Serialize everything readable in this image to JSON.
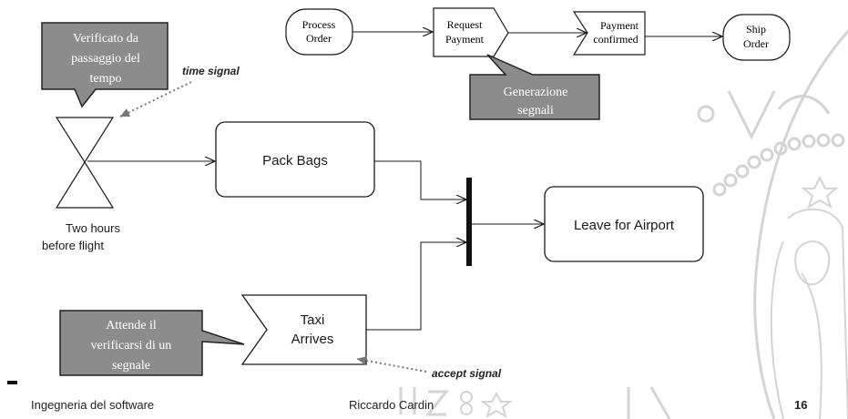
{
  "top_flow": {
    "process_order": [
      "Process",
      "Order"
    ],
    "request_payment": [
      "Request",
      "Payment"
    ],
    "payment_confirmed": [
      "Payment",
      "confirmed"
    ],
    "ship_order": [
      "Ship",
      "Order"
    ]
  },
  "callouts": {
    "time_passage": [
      "Verificato da",
      "passaggio del",
      "tempo"
    ],
    "signal_generation": [
      "Generazione",
      "segnali"
    ],
    "await_signal": [
      "Attende il",
      "verificarsi di un",
      "segnale"
    ]
  },
  "labels": {
    "time_signal": "time signal",
    "accept_signal": "accept signal",
    "two_hours": [
      "Two hours",
      "before flight"
    ]
  },
  "actions": {
    "pack_bags": "Pack Bags",
    "leave_for_airport": "Leave for Airport",
    "taxi_arrives": [
      "Taxi",
      "Arrives"
    ]
  },
  "footer": {
    "course": "Ingegneria del software",
    "author": "Riccardo Cardin",
    "page": "16"
  },
  "colors": {
    "callout_fill": "#8c8c8c",
    "callout_text": "#ffffff",
    "line": "#1a1a1a",
    "watermark": "#d4d4d4"
  }
}
